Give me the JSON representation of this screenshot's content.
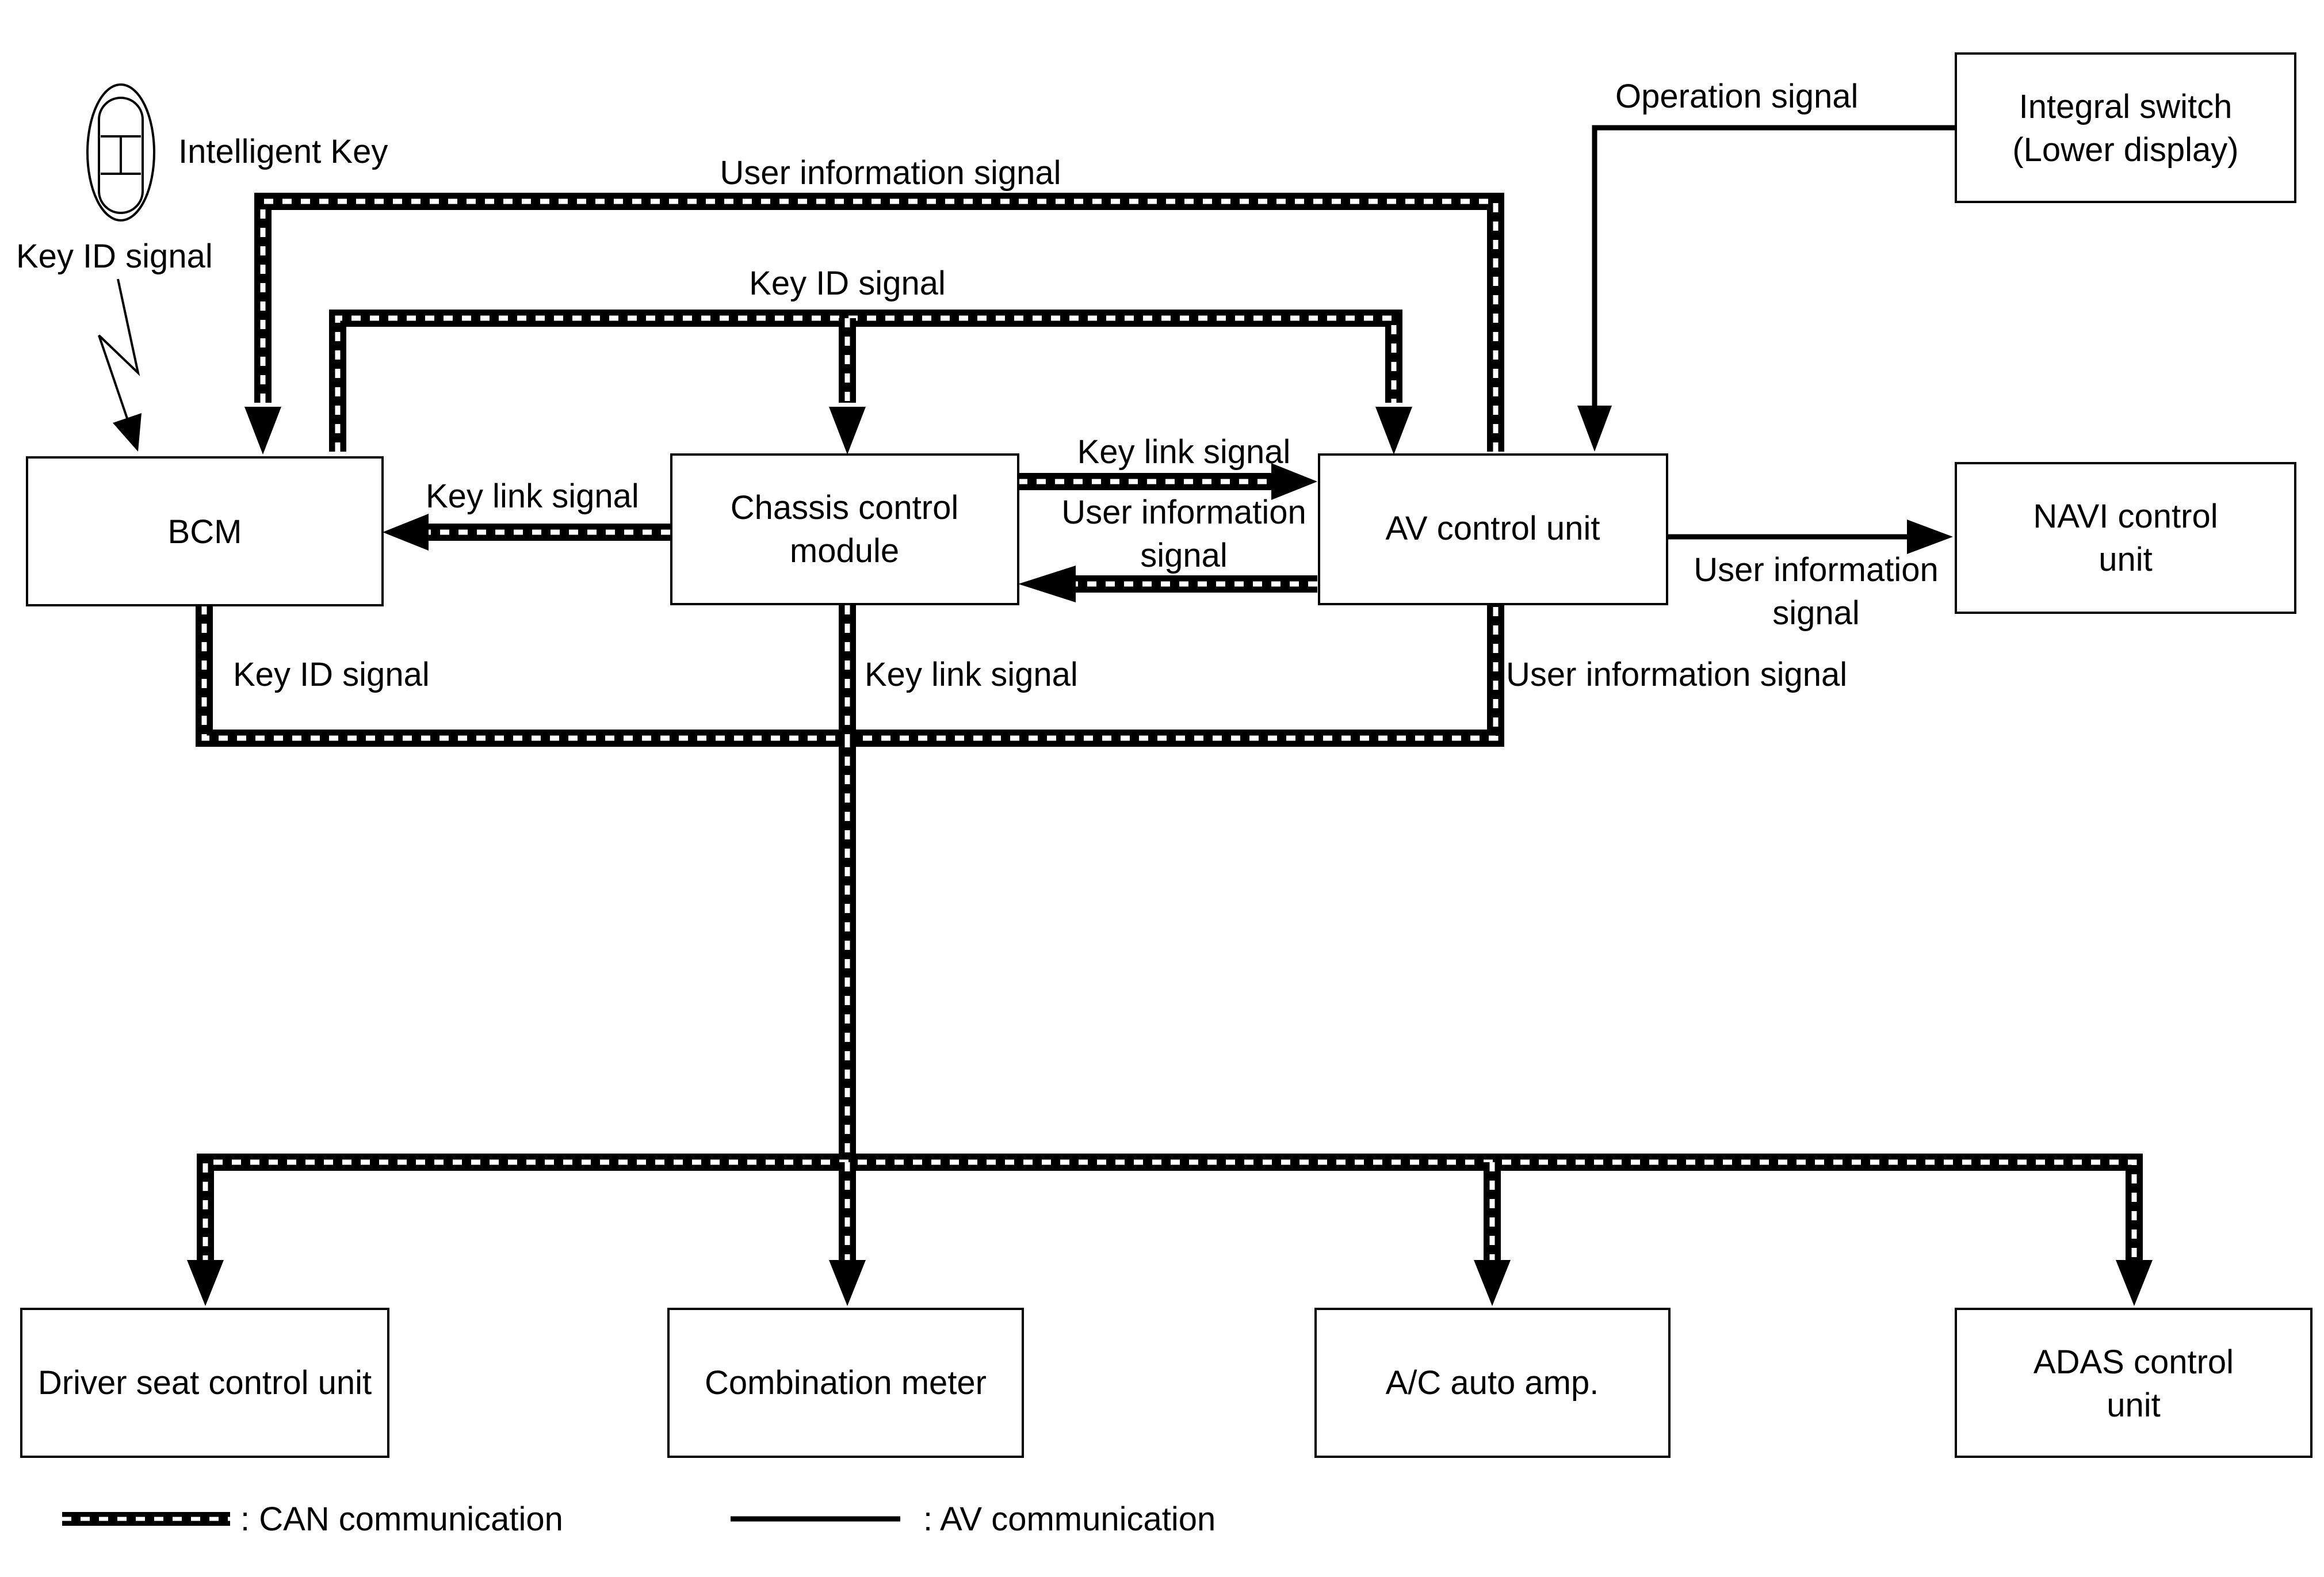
{
  "units": {
    "intelligent_key": "Intelligent Key",
    "bcm": "BCM",
    "chassis": [
      "Chassis control",
      "module"
    ],
    "av": "AV control unit",
    "integral_switch": [
      "Integral switch",
      "(Lower display)"
    ],
    "navi": [
      "NAVI control",
      "unit"
    ],
    "driver_seat": "Driver seat control unit",
    "combination_meter": "Combination meter",
    "ac_amp": "A/C auto amp.",
    "adas": [
      "ADAS control",
      "unit"
    ]
  },
  "signals": {
    "key_id_wireless": "Key ID signal",
    "user_info_top": "User information signal",
    "key_id_top": "Key ID signal",
    "operation": "Operation signal",
    "key_link_to_bcm": "Key link signal",
    "key_link_to_av": "Key link signal",
    "user_info_to_chassis": [
      "User information",
      "signal"
    ],
    "user_info_to_navi": [
      "User information",
      "signal"
    ],
    "bcm_key_id_bus": "Key ID signal",
    "chassis_key_link_bus": "Key link signal",
    "av_user_info_bus": "User information signal"
  },
  "legend": {
    "can": ": CAN communication",
    "av": ": AV communication"
  }
}
